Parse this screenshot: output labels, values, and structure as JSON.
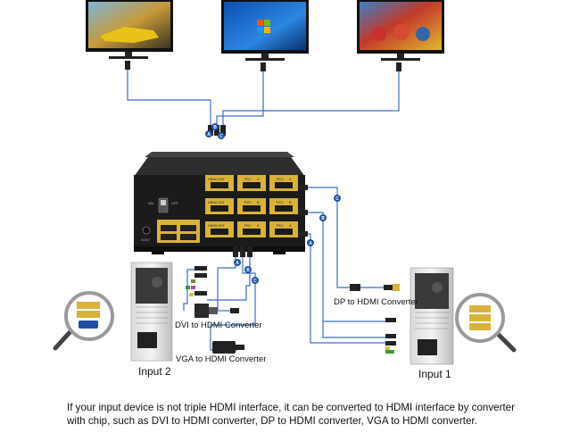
{
  "labels": {
    "dp_converter": "DP to HDMI Converter",
    "dvi_converter": "DVI to HDMI Converter",
    "vga_converter": "VGA to HDMI Converter",
    "input_2": "Input 2",
    "input_1": "Input 1"
  },
  "switch_panel": {
    "power_on": "ON",
    "power_off": "OFF",
    "dc_label": "DC5V",
    "hdmi_out": "HDMI OUT",
    "pc2_prefix": "PC2",
    "pc1_prefix": "PC1",
    "port_a": "A",
    "port_b": "B",
    "port_c": "C"
  },
  "markers": [
    "A",
    "B",
    "C"
  ],
  "caption": "If your input device is not triple HDMI interface, it can be converted to HDMI interface by converter with chip, such as DVI to HDMI converter, DP to HDMI converter, VGA to HDMI converter.",
  "colors": {
    "cable": "#3b6fc4",
    "marker_fill": "#1f4fa8",
    "gold_port": "#d9b23a",
    "device_body": "#1b1b1b"
  }
}
